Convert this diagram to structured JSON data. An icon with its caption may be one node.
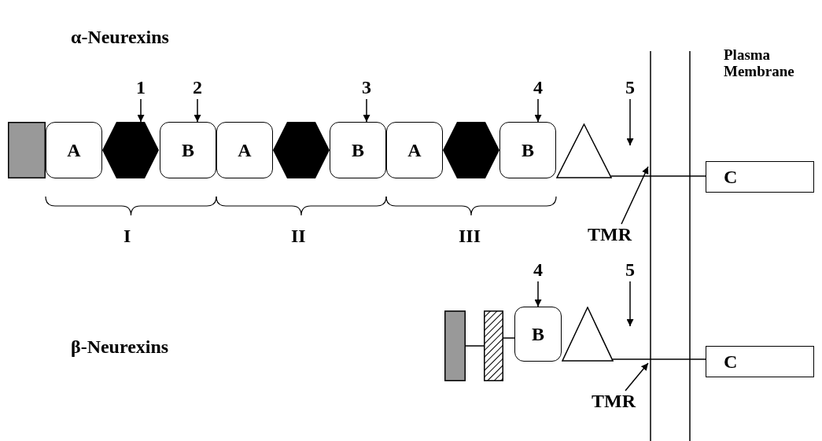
{
  "diagram": {
    "nodes": [
      {
        "text": [
          "1"
        ]
      },
      {
        "text": [
          "2"
        ]
      },
      {
        "text": [
          "3"
        ]
      },
      {
        "text": [
          "4"
        ]
      },
      {
        "text": [
          "5"
        ]
      },
      {
        "text": [],
        "shape": "box"
      },
      {
        "text": [
          "A"
        ]
      },
      {
        "text": [],
        "shape": "hexagon"
      },
      {
        "text": [
          "B"
        ]
      },
      {
        "text": [
          "A"
        ]
      },
      {
        "text": [],
        "shape": "hexagon"
      },
      {
        "text": [
          "B"
        ]
      },
      {
        "text": [
          "A"
        ]
      },
      {
        "text": [],
        "shape": "hexagon"
      },
      {
        "text": [
          "B"
        ]
      },
      {
        "text": [],
        "shape": "triangle"
      },
      {
        "text": [
          "C"
        ]
      },
      {
        "text": [
          "TMR"
        ]
      },
      {
        "text": [
          "4"
        ]
      },
      {
        "text": [
          "5"
        ]
      },
      {
        "text": [],
        "shape": "box"
      },
      {
        "text": [],
        "shape": "box"
      },
      {
        "text": [
          "B"
        ]
      },
      {
        "text": [],
        "shape": "triangle"
      },
      {
        "text": [
          "C"
        ]
      },
      {
        "text": [
          "TMR"
        ]
      }
    ],
    "edges": [
      {
        "from": 0,
        "to": 7,
        "arrow": "to"
      },
      {
        "from": 1,
        "to": 8,
        "arrow": "to"
      },
      {
        "from": 2,
        "to": 11,
        "arrow": "to"
      },
      {
        "from": 3,
        "to": 14,
        "arrow": "to"
      },
      {
        "from": 4,
        "to": null,
        "arrow": "to"
      },
      {
        "from": 15,
        "to": 16,
        "arrow": "none"
      },
      {
        "from": 17,
        "to": null,
        "arrow": "to"
      },
      {
        "from": 18,
        "to": 22,
        "arrow": "to"
      },
      {
        "from": 19,
        "to": null,
        "arrow": "to"
      },
      {
        "from": 20,
        "to": 21,
        "arrow": "none"
      },
      {
        "from": 21,
        "to": 22,
        "arrow": "none"
      },
      {
        "from": 23,
        "to": 24,
        "arrow": "none"
      },
      {
        "from": 25,
        "to": null,
        "arrow": "to"
      }
    ],
    "labels": [
      "α-Neurexins",
      "Plasma Membrane",
      "I",
      "II",
      "III",
      "β-Neurexins"
    ]
  }
}
